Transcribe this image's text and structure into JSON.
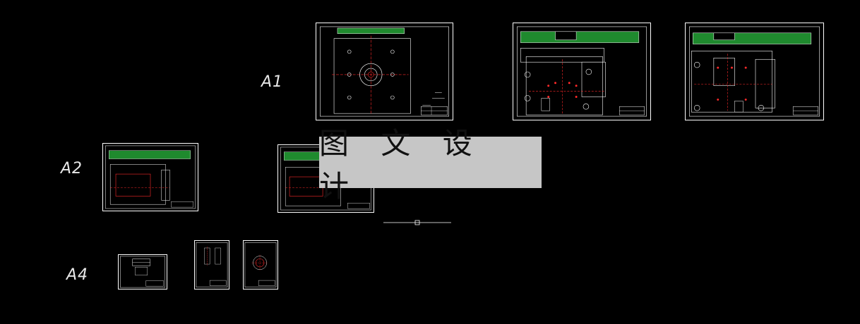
{
  "labels": {
    "a1": "A1",
    "a2": "A2",
    "a4": "A4"
  },
  "watermark": {
    "text": "图 文 设 计"
  },
  "colors": {
    "background": "#000000",
    "line": "#ffffff",
    "red": "#ff2a2a",
    "green": "#1f8a2e",
    "watermark_bg": "#c6c6c6"
  }
}
